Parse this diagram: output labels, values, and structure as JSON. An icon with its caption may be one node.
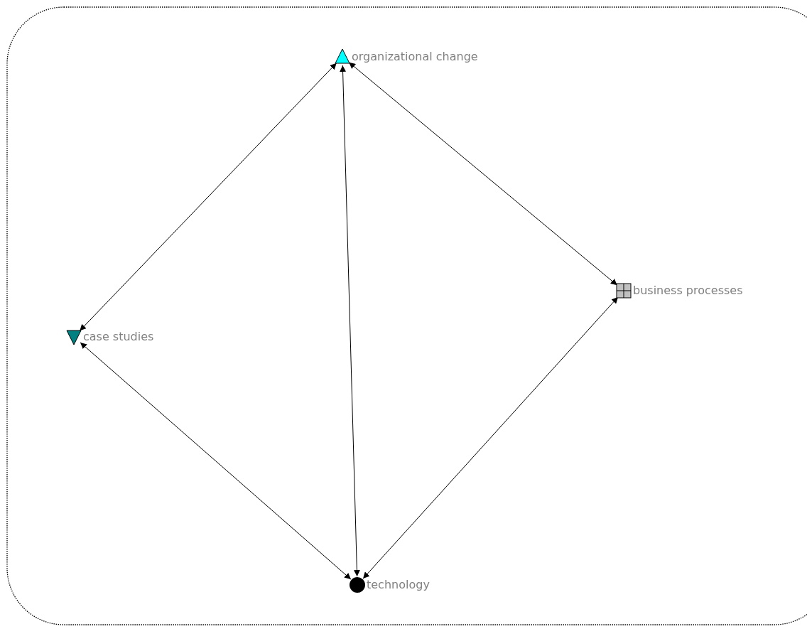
{
  "diagram": {
    "nodes": [
      {
        "text": [
          "organizational change"
        ]
      },
      {
        "text": [
          "business processes"
        ]
      },
      {
        "text": [
          "case studies"
        ]
      },
      {
        "text": [
          "technology"
        ]
      }
    ],
    "edges": [
      {
        "from": 0,
        "to": 2,
        "arrow": "both"
      },
      {
        "from": 0,
        "to": 3,
        "arrow": "both"
      },
      {
        "from": 0,
        "to": 1,
        "arrow": "both"
      },
      {
        "from": 2,
        "to": 3,
        "arrow": "both"
      },
      {
        "from": 1,
        "to": 3,
        "arrow": "both"
      }
    ]
  }
}
